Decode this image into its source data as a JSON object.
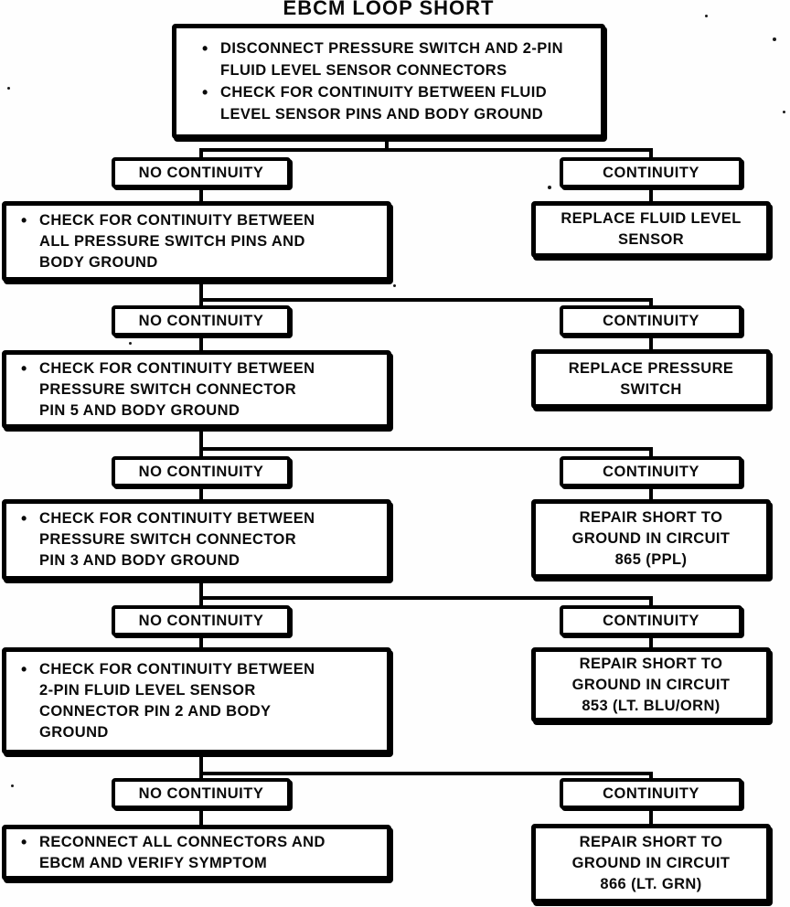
{
  "title": "EBCM LOOP SHORT",
  "colors": {
    "ink": "#000000",
    "paper": "#ffffff"
  },
  "start_box": {
    "bullets": [
      {
        "lines": [
          "DISCONNECT PRESSURE SWITCH AND 2-PIN",
          "FLUID LEVEL SENSOR CONNECTORS"
        ]
      },
      {
        "lines": [
          "CHECK FOR CONTINUITY BETWEEN FLUID",
          "LEVEL SENSOR PINS AND BODY GROUND"
        ]
      }
    ]
  },
  "rows": [
    {
      "no_label": "NO CONTINUITY",
      "yes_label": "CONTINUITY",
      "action": {
        "lines": [
          "CHECK FOR CONTINUITY BETWEEN",
          "ALL PRESSURE SWITCH PINS AND",
          "BODY GROUND"
        ]
      },
      "result": {
        "lines": [
          "REPLACE FLUID LEVEL",
          "SENSOR"
        ]
      }
    },
    {
      "no_label": "NO CONTINUITY",
      "yes_label": "CONTINUITY",
      "action": {
        "lines": [
          "CHECK FOR CONTINUITY BETWEEN",
          "PRESSURE SWITCH CONNECTOR",
          "PIN 5 AND BODY GROUND"
        ]
      },
      "result": {
        "lines": [
          "REPLACE PRESSURE",
          "SWITCH"
        ]
      }
    },
    {
      "no_label": "NO CONTINUITY",
      "yes_label": "CONTINUITY",
      "action": {
        "lines": [
          "CHECK FOR CONTINUITY BETWEEN",
          "PRESSURE SWITCH CONNECTOR",
          "PIN 3 AND BODY GROUND"
        ]
      },
      "result": {
        "lines": [
          "REPAIR SHORT TO",
          "GROUND IN CIRCUIT",
          "865 (PPL)"
        ]
      }
    },
    {
      "no_label": "NO CONTINUITY",
      "yes_label": "CONTINUITY",
      "action": {
        "lines": [
          "CHECK FOR CONTINUITY BETWEEN",
          "2-PIN FLUID LEVEL SENSOR",
          "CONNECTOR PIN 2 AND BODY",
          "GROUND"
        ]
      },
      "result": {
        "lines": [
          "REPAIR SHORT TO",
          "GROUND IN CIRCUIT",
          "853 (LT. BLU/ORN)"
        ]
      }
    },
    {
      "no_label": "NO CONTINUITY",
      "yes_label": "CONTINUITY",
      "action": {
        "lines": [
          "RECONNECT ALL CONNECTORS AND",
          "EBCM AND VERIFY SYMPTOM"
        ]
      },
      "result": {
        "lines": [
          "REPAIR SHORT TO",
          "GROUND IN CIRCUIT",
          "866 (LT. GRN)"
        ]
      }
    }
  ]
}
